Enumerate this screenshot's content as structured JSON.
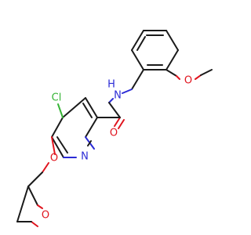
{
  "molecule": {
    "atoms": {
      "chlorine": "Cl",
      "amide_nitrogen_h": "H",
      "amide_nitrogen": "N",
      "methoxy_oxygen": "O",
      "carbonyl_oxygen": "O",
      "pyridine_nitrogen": "N",
      "ether_oxygen": "O",
      "ring_oxygen": "O"
    },
    "colors": {
      "carbon_bond": "#1a1a1a",
      "nitrogen": "#2b2bd6",
      "oxygen": "#e0141e",
      "chlorine": "#36b436",
      "background": "#ffffff"
    }
  }
}
